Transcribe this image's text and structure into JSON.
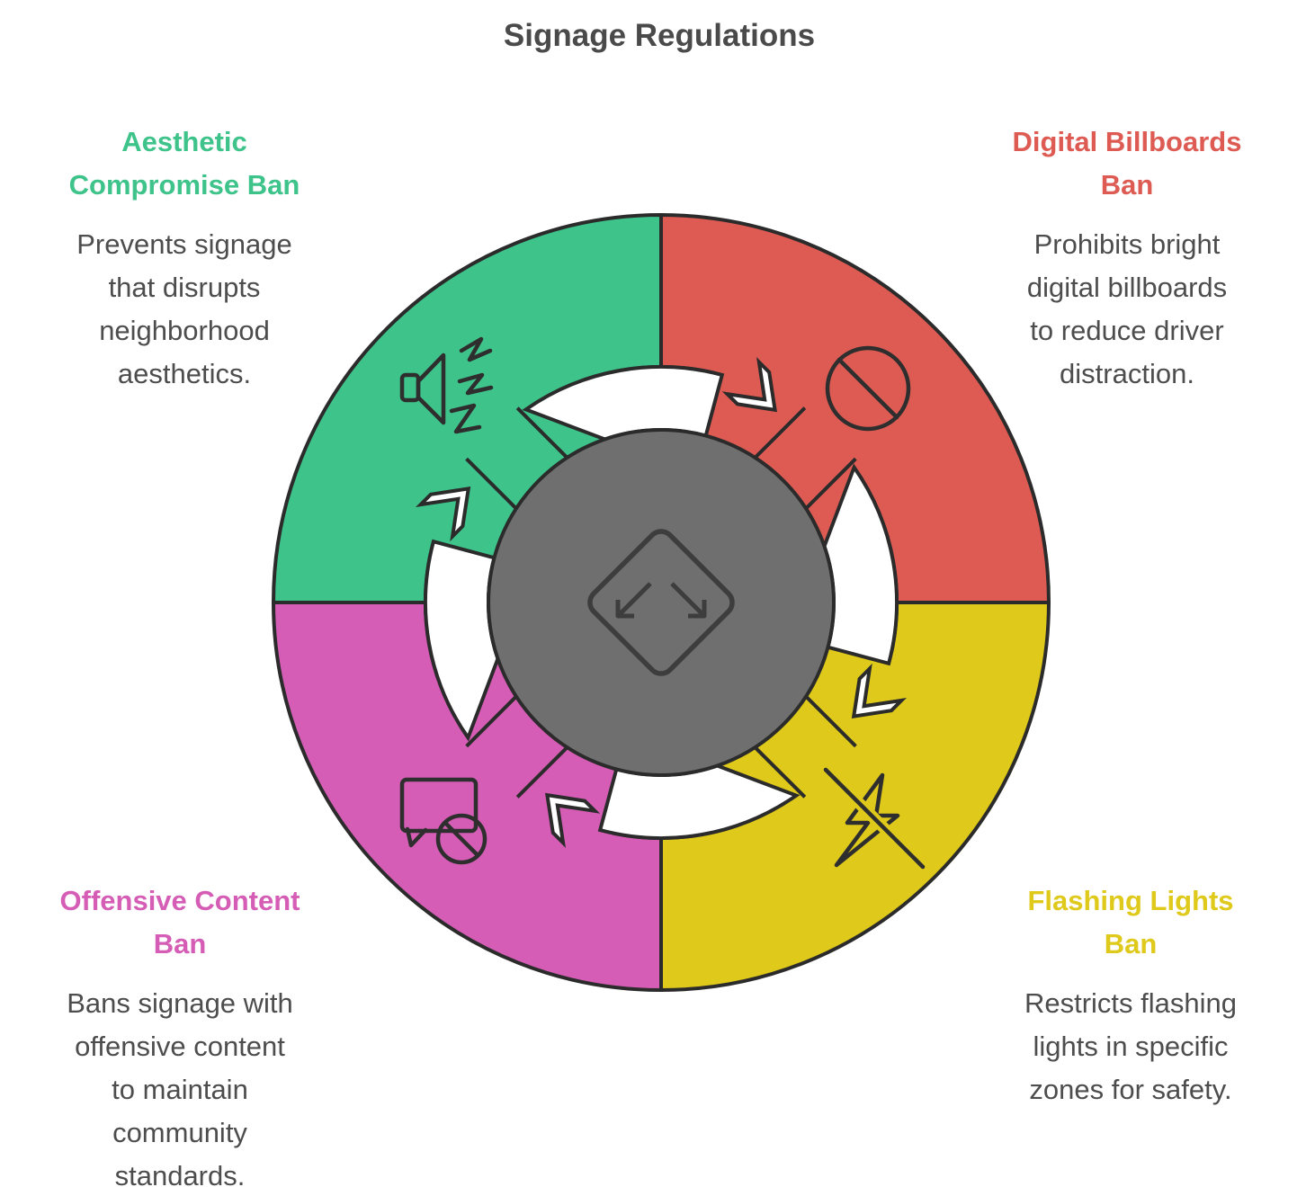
{
  "title": "Signage Regulations",
  "colors": {
    "green": "#3EC38A",
    "red": "#DD5B53",
    "yellow": "#DFC91A",
    "magenta": "#D55DB5",
    "center_gray": "#6F6F6F",
    "outline": "#2B2B2B",
    "title_text": "#4A4A4A",
    "body_text": "#4D4D4D"
  },
  "quadrants": [
    {
      "id": "aesthetic-compromise-ban",
      "position": "top-left",
      "heading": "Aesthetic\nCompromise Ban",
      "body": "Prevents signage\nthat disrupts\nneighborhood\naesthetics.",
      "icon": "loudspeaker-noise-icon"
    },
    {
      "id": "digital-billboards-ban",
      "position": "top-right",
      "heading": "Digital Billboards\nBan",
      "body": "Prohibits bright\ndigital billboards\nto reduce driver\ndistraction.",
      "icon": "prohibition-circle-icon"
    },
    {
      "id": "flashing-lights-ban",
      "position": "bottom-right",
      "heading": "Flashing Lights\nBan",
      "body": "Restricts flashing\nlights in specific\nzones for safety.",
      "icon": "flash-off-icon"
    },
    {
      "id": "offensive-content-ban",
      "position": "bottom-left",
      "heading": "Offensive Content\nBan",
      "body": "Bans signage with\noffensive content\nto maintain\ncommunity\nstandards.",
      "icon": "speech-bubble-ban-icon"
    }
  ],
  "center_icon": "diamond-diverging-arrows-icon"
}
